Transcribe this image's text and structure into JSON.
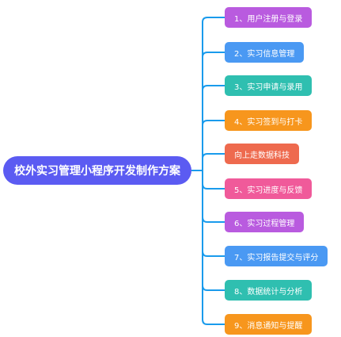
{
  "root": {
    "label": "校外实习管理小程序开发制作方案",
    "color": "#5b5bf2"
  },
  "line_color": "#1a9bec",
  "branches": [
    {
      "label": "1、用户注册与登录",
      "color": "#b95bdf"
    },
    {
      "label": "2、实习信息管理",
      "color": "#4a99f3"
    },
    {
      "label": "3、实习申请与录用",
      "color": "#2fbfb0"
    },
    {
      "label": "4、实习签到与打卡",
      "color": "#f7961d"
    },
    {
      "label": "向上走数据科技",
      "color": "#ee6a4e"
    },
    {
      "label": "5、实习进度与反馈",
      "color": "#f05a9a"
    },
    {
      "label": "6、实习过程管理",
      "color": "#b95bdf"
    },
    {
      "label": "7、实习报告提交与评分",
      "color": "#4a99f3"
    },
    {
      "label": "8、数据统计与分析",
      "color": "#2fbfb0"
    },
    {
      "label": "9、消息通知与提醒",
      "color": "#f7961d"
    }
  ]
}
